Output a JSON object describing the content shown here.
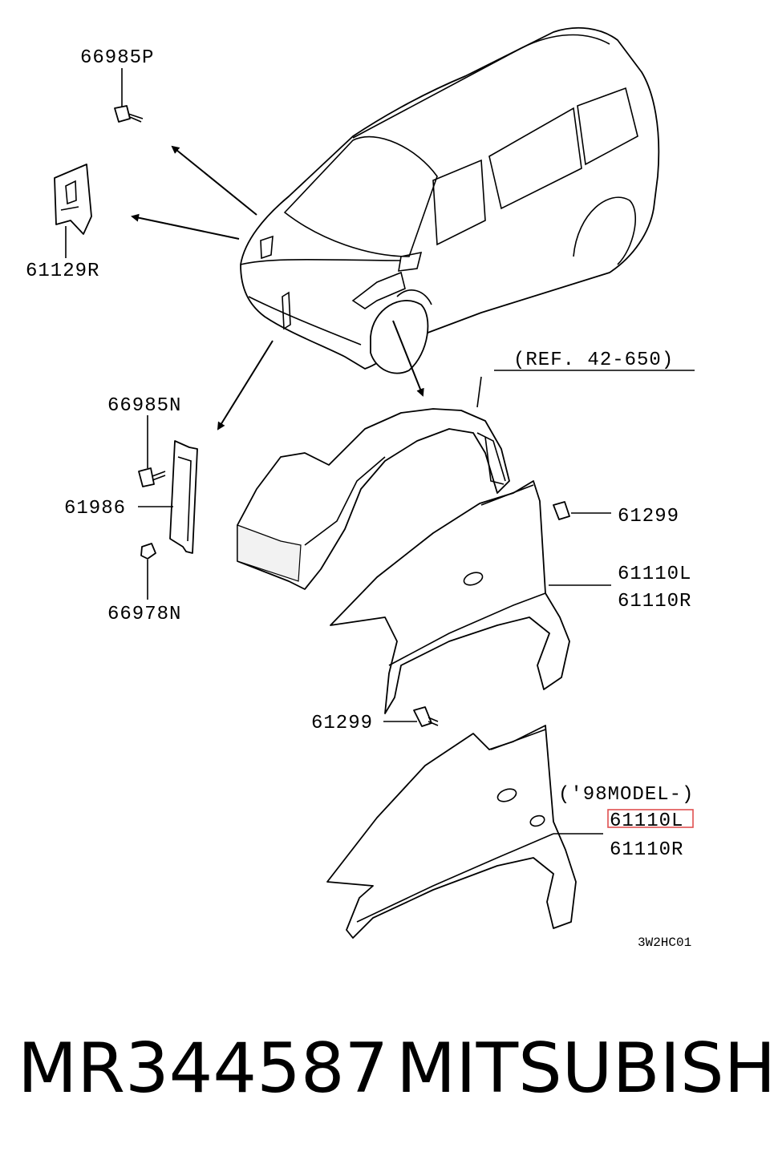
{
  "diagram": {
    "labels": {
      "clip_top": "66985P",
      "bracket_left": "61129R",
      "clip_mid": "66985N",
      "plate": "61986",
      "nut": "66978N",
      "ref": "(REF. 42-650)",
      "bolt_upper": "61299",
      "fender_l": "61110L",
      "fender_r": "61110R",
      "bolt_lower": "61299",
      "model_note": "('98MODEL-)",
      "fender2_l": "61110L",
      "fender2_r": "61110R",
      "drawing_code": "3W2HC01"
    },
    "highlight_color": "#e05050"
  },
  "footer": {
    "part_number": "MR344587",
    "brand": "MITSUBISHI"
  }
}
